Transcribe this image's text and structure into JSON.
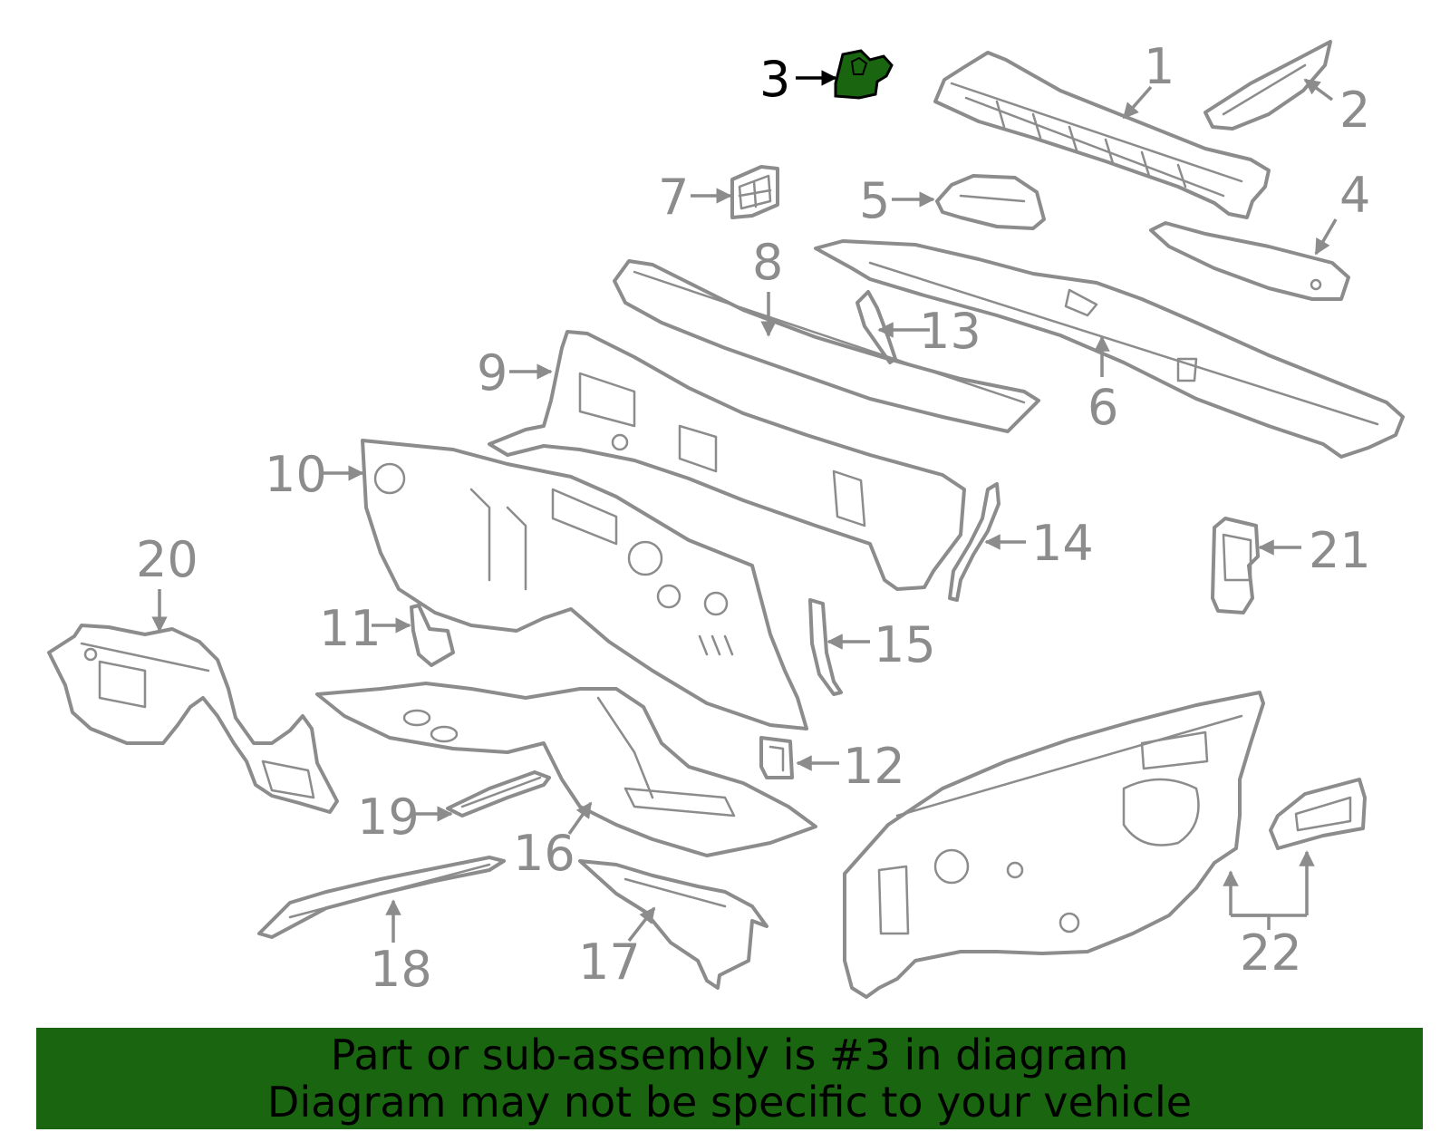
{
  "diagram": {
    "highlight_color": "#1a6610",
    "callouts": [
      {
        "label": "1",
        "highlighted": false
      },
      {
        "label": "2",
        "highlighted": false
      },
      {
        "label": "3",
        "highlighted": true
      },
      {
        "label": "4",
        "highlighted": false
      },
      {
        "label": "5",
        "highlighted": false
      },
      {
        "label": "6",
        "highlighted": false
      },
      {
        "label": "7",
        "highlighted": false
      },
      {
        "label": "8",
        "highlighted": false
      },
      {
        "label": "9",
        "highlighted": false
      },
      {
        "label": "10",
        "highlighted": false
      },
      {
        "label": "11",
        "highlighted": false
      },
      {
        "label": "12",
        "highlighted": false
      },
      {
        "label": "13",
        "highlighted": false
      },
      {
        "label": "14",
        "highlighted": false
      },
      {
        "label": "15",
        "highlighted": false
      },
      {
        "label": "16",
        "highlighted": false
      },
      {
        "label": "17",
        "highlighted": false
      },
      {
        "label": "18",
        "highlighted": false
      },
      {
        "label": "19",
        "highlighted": false
      },
      {
        "label": "20",
        "highlighted": false
      },
      {
        "label": "21",
        "highlighted": false
      },
      {
        "label": "22",
        "highlighted": false
      }
    ]
  },
  "banner": {
    "line1": "Part or sub-assembly is #3 in diagram",
    "line2": "Diagram may not be specific to your vehicle",
    "background": "#1a6610"
  }
}
